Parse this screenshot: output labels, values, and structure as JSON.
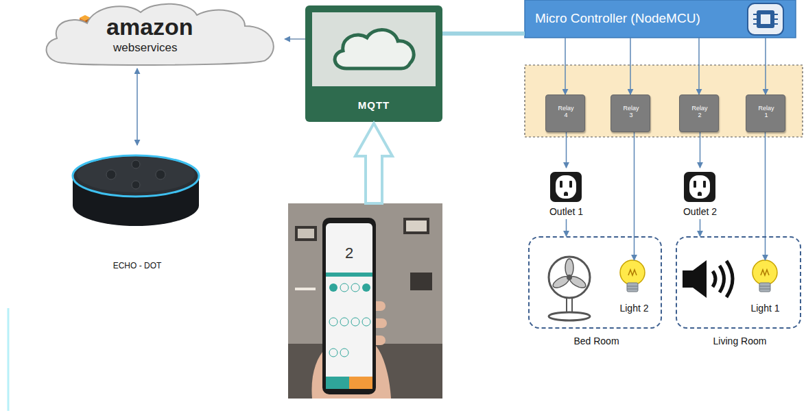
{
  "diagram": {
    "nodes": [
      {
        "text": [
          "amazon",
          "webservices"
        ]
      },
      {
        "text": [
          "MQTT"
        ]
      },
      {
        "text": [
          "Micro Controller (NodeMCU)"
        ]
      },
      {
        "text": [
          "Relay 4"
        ]
      },
      {
        "text": [
          "Relay 3"
        ]
      },
      {
        "text": [
          "Relay 2"
        ]
      },
      {
        "text": [
          "Relay 1"
        ]
      },
      {
        "text": [
          "ECHO - DOT"
        ]
      },
      {
        "text": [
          "Outlet 1"
        ]
      },
      {
        "text": [
          "Outlet 2"
        ]
      },
      {
        "text": [
          "2"
        ]
      },
      {
        "text": [
          "Bed Room"
        ]
      },
      {
        "text": [
          "Light 2"
        ],
        "in": 11
      },
      {
        "text": [
          "Living Room"
        ]
      },
      {
        "text": [
          "Light 1"
        ],
        "in": 13
      }
    ],
    "edges": [
      {
        "from": 1,
        "to": 0,
        "arrow": "to"
      },
      {
        "from": 0,
        "to": 7,
        "arrow": "both"
      },
      {
        "from": 10,
        "to": 1,
        "arrow": "to"
      },
      {
        "from": 1,
        "to": 2,
        "arrow": "none"
      },
      {
        "from": 2,
        "to": 3,
        "arrow": "to"
      },
      {
        "from": 2,
        "to": 4,
        "arrow": "to"
      },
      {
        "from": 2,
        "to": 5,
        "arrow": "to"
      },
      {
        "from": 2,
        "to": 6,
        "arrow": "to"
      },
      {
        "from": 3,
        "to": 8,
        "arrow": "to"
      },
      {
        "from": 4,
        "to": 12,
        "arrow": "to"
      },
      {
        "from": 5,
        "to": 9,
        "arrow": "to"
      },
      {
        "from": 6,
        "to": 14,
        "arrow": "to"
      },
      {
        "from": 8,
        "to": 11,
        "arrow": "to"
      },
      {
        "from": 9,
        "to": 13,
        "arrow": "to"
      }
    ]
  }
}
